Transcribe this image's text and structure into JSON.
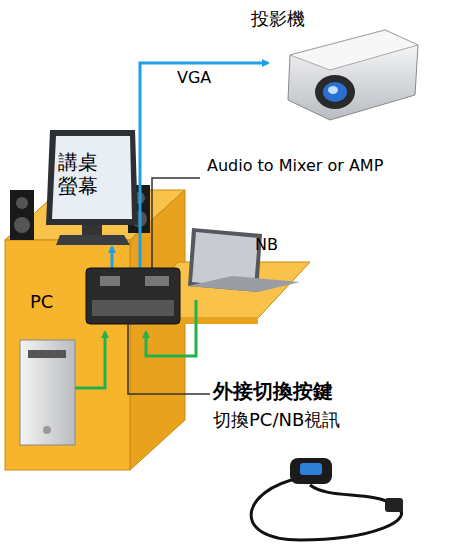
{
  "diagram": {
    "nodes": [
      {
        "text": [
          "投影機"
        ]
      },
      {
        "text": [
          "講桌 螢幕"
        ]
      }
    ],
    "labels": [
      "VGA",
      "Audio to Mixer or AMP",
      "NB",
      "PC",
      "外接切換按鍵",
      "切換PC/NB視訊"
    ]
  }
}
